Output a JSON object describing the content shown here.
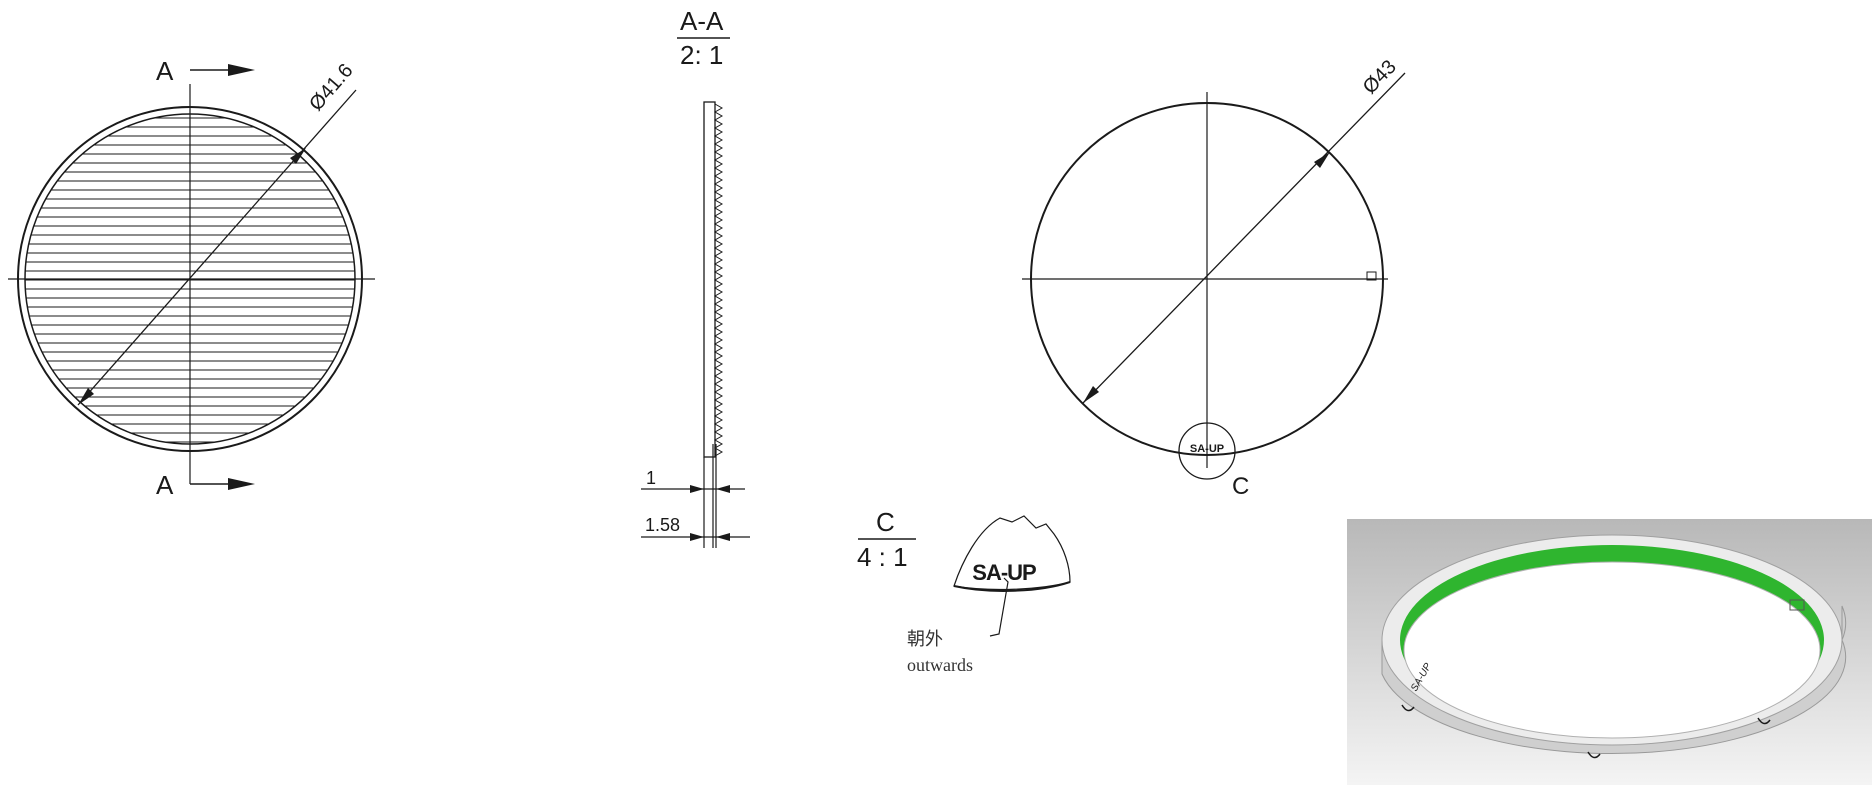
{
  "front_view": {
    "section_mark_top": "A",
    "section_mark_bottom": "A",
    "diameter_label": "Ø41.6"
  },
  "section_view": {
    "title": "A-A",
    "scale": "2: 1",
    "dim_thickness_inner": "1",
    "dim_thickness_outer": "1.58"
  },
  "back_view": {
    "diameter_label": "Ø43",
    "engraving": "SA-UP",
    "detail_callout": "C"
  },
  "detail_view": {
    "title": "C",
    "scale": "4 : 1",
    "engraving": "SA-UP",
    "note_cn": "朝外",
    "note_en": "outwards"
  },
  "render_view": {
    "ring_color": "#ececec",
    "band_color": "#2fb52f",
    "background_top": "#b8b8b8",
    "background_bottom": "#f4f4f4",
    "engraving": "SA-UP"
  }
}
